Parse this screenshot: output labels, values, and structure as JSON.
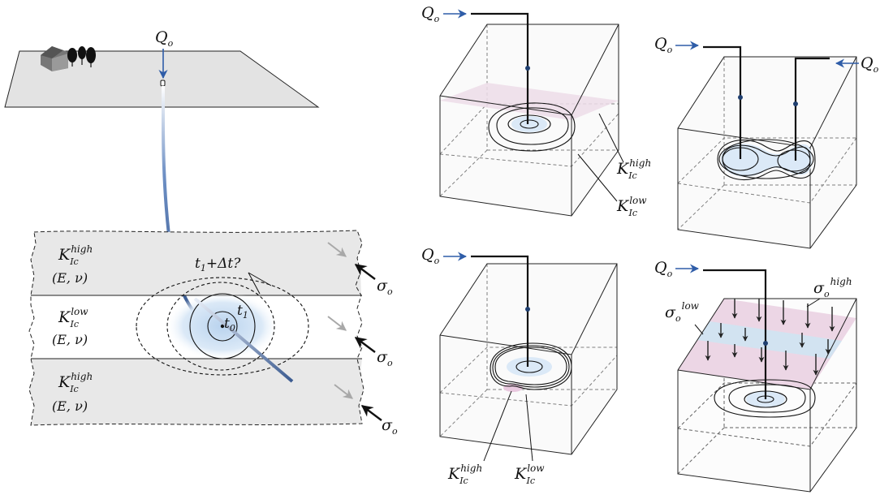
{
  "labels": {
    "q0": "Q",
    "q0_sub": "o",
    "k": "K",
    "k_sub": "Ic",
    "high": "high",
    "low": "low",
    "elastic": "(E, ν)",
    "t0": "t",
    "t0_sub": "0",
    "t1": "t",
    "t1_sub": "1",
    "t1_dt": "t",
    "t1_dt_sub": "1",
    "t1_dt_rest": "+Δt?",
    "sigma": "σ",
    "sigma_sub": "o",
    "sigma_high_sup": "high",
    "sigma_low_sup": "low"
  },
  "colors": {
    "layer_gray": "#e8e8e8",
    "surface_gray": "#e3e3e3",
    "pink": "#e9c9df",
    "blue": "#c3dcef",
    "well_blue": "#2f5da8",
    "arrow_gray": "#a8a8a8",
    "fracture_fill": "#dbe9f7"
  },
  "icons": [
    "house-icon",
    "tree-icon",
    "wellhead-icon"
  ]
}
